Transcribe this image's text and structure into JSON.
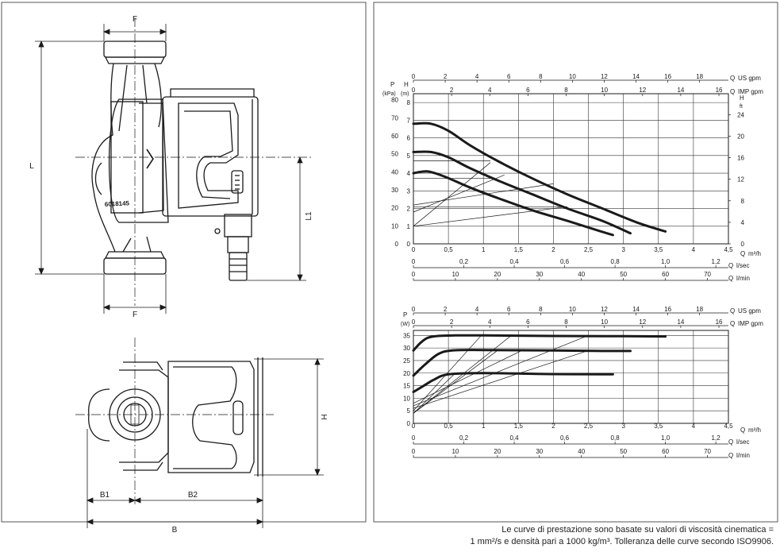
{
  "drawing": {
    "dims": {
      "F": "F",
      "L": "L",
      "L1": "L1",
      "H": "H",
      "B1": "B1",
      "B2": "B2",
      "B": "B"
    },
    "serial": "6018145"
  },
  "colors": {
    "ink": "#1a1a1a",
    "grid": "#333333",
    "panel": "#ffffff"
  },
  "chart_data": [
    {
      "type": "line",
      "title": "",
      "yaxis_left": {
        "symbol_p": "P",
        "unit_p": "(kPa)",
        "symbol_h": "H",
        "unit_h": "(m)",
        "p_ticks": [
          "0",
          "10",
          "20",
          "30",
          "40",
          "50",
          "60",
          "70",
          "80"
        ],
        "h_ticks": [
          "0",
          "1",
          "2",
          "3",
          "4",
          "5",
          "6",
          "7",
          "8"
        ],
        "ylim": [
          0,
          8.5
        ]
      },
      "yaxis_right": {
        "symbol": "H",
        "unit": "ft",
        "ticks": [
          "0",
          "4",
          "8",
          "12",
          "16",
          "20",
          "24"
        ]
      },
      "xaxes": [
        {
          "symbol": "Q",
          "unit": "US gpm",
          "ticks": [
            "0",
            "2",
            "4",
            "6",
            "8",
            "10",
            "12",
            "14",
            "16",
            "18"
          ]
        },
        {
          "symbol": "Q",
          "unit": "IMP gpm",
          "ticks": [
            "0",
            "2",
            "4",
            "6",
            "8",
            "10",
            "12",
            "14",
            "16"
          ]
        },
        {
          "symbol": "Q",
          "unit": "m³/h",
          "ticks": [
            "0",
            "0,5",
            "1",
            "1,5",
            "2",
            "2,5",
            "3",
            "3,5",
            "4",
            "4,5"
          ],
          "xlim": [
            0,
            4.5
          ]
        },
        {
          "symbol": "Q",
          "unit": "l/sec",
          "ticks": [
            "0",
            "0,2",
            "0,4",
            "0,6",
            "0,8",
            "1,0",
            "1,2"
          ]
        },
        {
          "symbol": "Q",
          "unit": "l/min",
          "ticks": [
            "0",
            "10",
            "20",
            "30",
            "40",
            "50",
            "60",
            "70"
          ]
        }
      ],
      "series": [
        {
          "x": [
            0,
            0.25,
            0.5,
            0.8,
            1.2,
            1.7,
            2.2,
            2.7,
            3.2,
            3.6
          ],
          "y": [
            6.8,
            6.8,
            6.4,
            5.6,
            4.7,
            3.7,
            2.8,
            2.0,
            1.2,
            0.7
          ]
        },
        {
          "x": [
            0,
            0.25,
            0.5,
            0.8,
            1.2,
            1.7,
            2.2,
            2.7,
            3.1
          ],
          "y": [
            5.2,
            5.2,
            4.9,
            4.3,
            3.6,
            2.8,
            2.0,
            1.3,
            0.6
          ]
        },
        {
          "x": [
            0,
            0.2,
            0.45,
            0.8,
            1.2,
            1.7,
            2.2,
            2.6,
            2.85
          ],
          "y": [
            4.0,
            4.1,
            3.8,
            3.2,
            2.6,
            1.9,
            1.3,
            0.8,
            0.5
          ]
        }
      ],
      "settings_lines": [
        {
          "x": [
            0,
            1.1
          ],
          "y": [
            3.7,
            3.7
          ]
        },
        {
          "x": [
            0,
            1.1
          ],
          "y": [
            4.7,
            4.7
          ]
        },
        {
          "x": [
            0,
            2.2
          ],
          "y": [
            2.1,
            2.1
          ]
        },
        {
          "x": [
            0,
            1.1
          ],
          "y": [
            1.0,
            4.6
          ]
        },
        {
          "x": [
            0,
            2.2
          ],
          "y": [
            1.0,
            2.1
          ]
        },
        {
          "x": [
            0,
            2.0
          ],
          "y": [
            2.2,
            3.4
          ]
        },
        {
          "x": [
            0,
            1.3
          ],
          "y": [
            1.8,
            3.9
          ]
        }
      ]
    },
    {
      "type": "line",
      "title": "",
      "yaxis_left": {
        "symbol": "P",
        "unit": "(W)",
        "ticks": [
          "0",
          "5",
          "10",
          "15",
          "20",
          "25",
          "30",
          "35"
        ],
        "ylim": [
          0,
          37
        ]
      },
      "xaxes": [
        {
          "symbol": "Q",
          "unit": "US gpm",
          "ticks": [
            "0",
            "2",
            "4",
            "6",
            "8",
            "10",
            "12",
            "14",
            "16",
            "18"
          ]
        },
        {
          "symbol": "Q",
          "unit": "IMP gpm",
          "ticks": [
            "0",
            "2",
            "4",
            "6",
            "8",
            "10",
            "12",
            "14",
            "16"
          ]
        },
        {
          "symbol": "Q",
          "unit": "m³/h",
          "ticks": [
            "0",
            "0,5",
            "1",
            "1,5",
            "2",
            "2,5",
            "3",
            "3,5",
            "4",
            "4,5"
          ],
          "xlim": [
            0,
            4.5
          ]
        },
        {
          "symbol": "Q",
          "unit": "l/sec",
          "ticks": [
            "0",
            "0,2",
            "0,4",
            "0,6",
            "0,8",
            "1,0",
            "1,2"
          ]
        },
        {
          "symbol": "Q",
          "unit": "l/min",
          "ticks": [
            "0",
            "10",
            "20",
            "30",
            "40",
            "50",
            "60",
            "70"
          ]
        }
      ],
      "series": [
        {
          "x": [
            0,
            0.1,
            0.2,
            0.35,
            0.6,
            1.0,
            2.0,
            3.0,
            3.6
          ],
          "y": [
            29,
            32,
            34,
            34.8,
            35,
            35,
            34.8,
            34.7,
            34.6
          ]
        },
        {
          "x": [
            0,
            0.15,
            0.35,
            0.55,
            1.0,
            2.0,
            2.7,
            3.1
          ],
          "y": [
            19,
            23,
            27.5,
            29,
            29.2,
            29,
            28.8,
            28.8
          ]
        },
        {
          "x": [
            0,
            0.15,
            0.3,
            0.5,
            1.0,
            2.0,
            2.85
          ],
          "y": [
            12.5,
            15,
            17.5,
            19.5,
            20,
            19.6,
            19.5
          ]
        }
      ],
      "settings_lines": [
        {
          "x": [
            0,
            0.97
          ],
          "y": [
            5,
            35
          ]
        },
        {
          "x": [
            0,
            1.4
          ],
          "y": [
            4,
            35
          ]
        },
        {
          "x": [
            0,
            2.5
          ],
          "y": [
            7,
            35
          ]
        },
        {
          "x": [
            0,
            1.2
          ],
          "y": [
            4,
            29
          ]
        },
        {
          "x": [
            0,
            1.55
          ],
          "y": [
            8,
            29
          ]
        },
        {
          "x": [
            0,
            0.6
          ],
          "y": [
            4,
            20
          ]
        },
        {
          "x": [
            0,
            2.5
          ],
          "y": [
            6,
            29
          ]
        }
      ]
    }
  ],
  "footnote": {
    "line1": "Le curve di prestazione sono basate su valori di viscosità cinematica =",
    "line2": "1 mm²/s e densità pari a 1000 kg/m³. Tolleranza delle curve secondo ISO9906."
  }
}
